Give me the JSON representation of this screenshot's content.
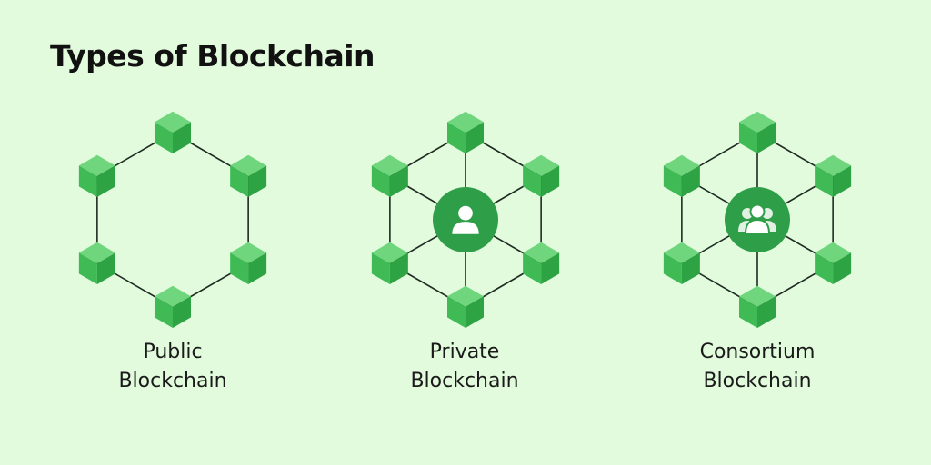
{
  "title": "Types of Blockchain",
  "colors": {
    "background": "#e1fbdc",
    "cube_top": "#6fd67e",
    "cube_left": "#3fba55",
    "cube_right": "#2ea344",
    "hub": "#2f9e48",
    "line": "#1f2a22"
  },
  "networks": [
    {
      "id": "public",
      "line1": "Public",
      "line2": "Blockchain",
      "hub_icon": "none"
    },
    {
      "id": "private",
      "line1": "Private",
      "line2": "Blockchain",
      "hub_icon": "single-user-icon"
    },
    {
      "id": "consortium",
      "line1": "Consortium",
      "line2": "Blockchain",
      "hub_icon": "group-users-icon"
    }
  ]
}
